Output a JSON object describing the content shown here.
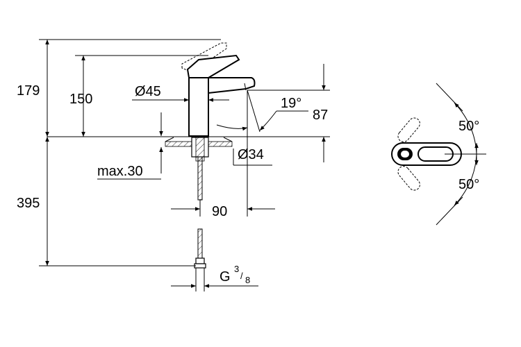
{
  "dimensions": {
    "height_total": "179",
    "height_spout": "150",
    "body_diameter": "Ø45",
    "spout_angle": "19°",
    "spout_height": "87",
    "hole_diameter": "Ø34",
    "max_thickness": "max.30",
    "below_height": "395",
    "reach": "90",
    "thread_prefix": "G",
    "thread_num": "3",
    "thread_den": "8",
    "rotation_up": "50°",
    "rotation_down": "50°"
  }
}
